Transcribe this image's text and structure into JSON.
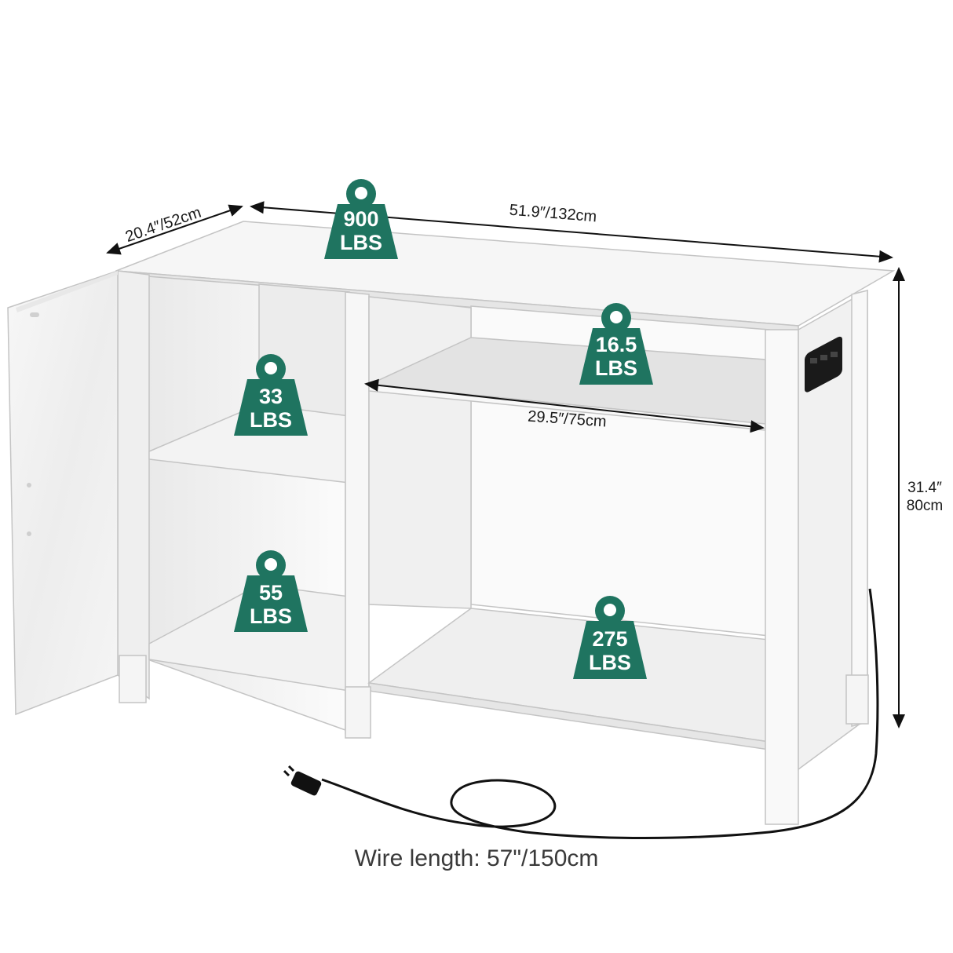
{
  "dimensions": {
    "depth": "20.4″/52cm",
    "width": "51.9″/132cm",
    "shelf_width": "29.5″/75cm",
    "height_in": "31.4″",
    "height_cm": "80cm",
    "wire_length": "Wire length: 57\"/150cm"
  },
  "weights": {
    "top": {
      "value": "900",
      "unit": "LBS"
    },
    "upper_shelf": {
      "value": "16.5",
      "unit": "LBS"
    },
    "cabinet_shelf": {
      "value": "33",
      "unit": "LBS"
    },
    "cabinet_bottom": {
      "value": "55",
      "unit": "LBS"
    },
    "bottom_shelf": {
      "value": "275",
      "unit": "LBS"
    }
  },
  "colors": {
    "badge": "#1f7460",
    "furniture": "#f4f4f4",
    "outline": "#c8c8c8"
  },
  "icons": [
    "weight-icon",
    "power-strip-icon",
    "plug-icon"
  ]
}
